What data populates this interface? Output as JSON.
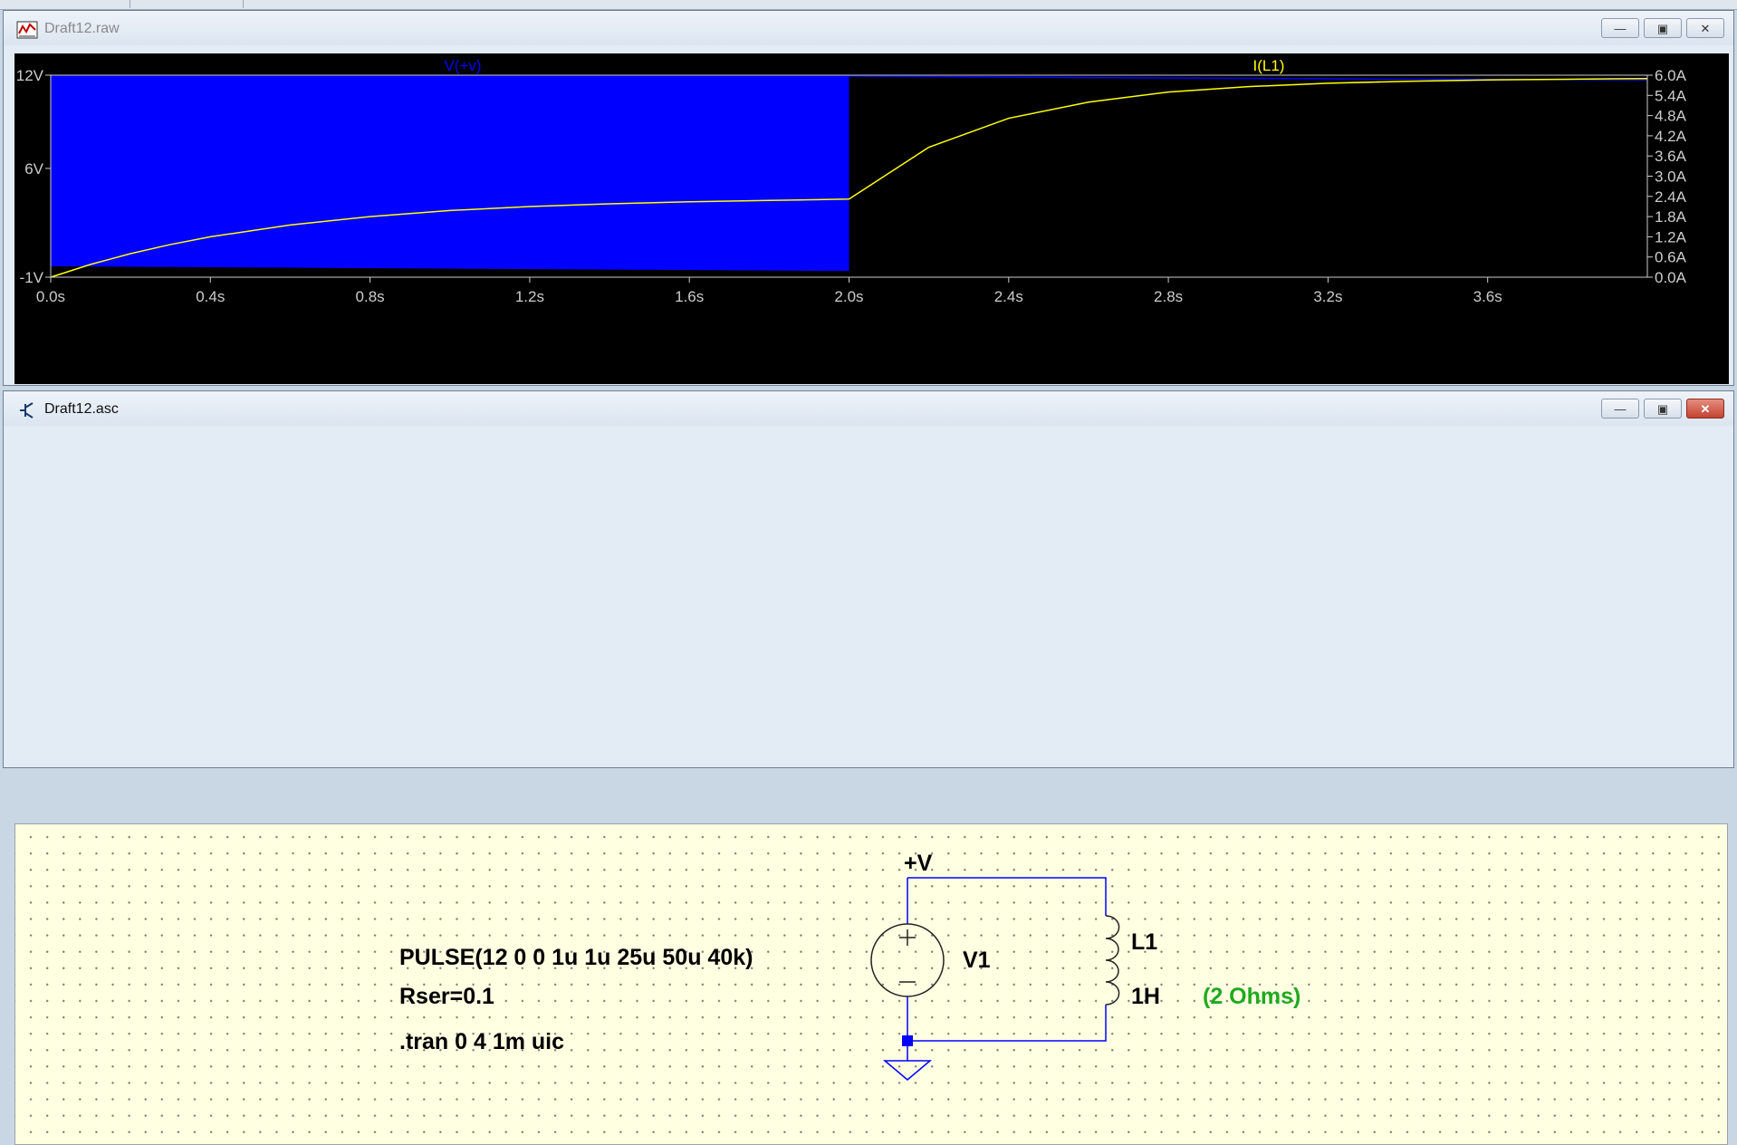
{
  "waveform_window": {
    "title": "Draft12.raw",
    "controls": [
      "minimize-icon",
      "maximize-icon",
      "close-icon"
    ]
  },
  "schematic_window": {
    "title": "Draft12.asc",
    "controls": [
      "minimize-icon",
      "maximize-icon",
      "close-icon"
    ]
  },
  "chart_data": {
    "type": "line",
    "series": [
      {
        "name": "V(+v)",
        "color": "#0000ff",
        "axis": "left",
        "render": "filled-band",
        "band_low": [
          -0.3,
          -0.6
        ],
        "band_high": [
          12.0,
          12.0
        ],
        "x": [
          0.0,
          2.0,
          2.0,
          4.0
        ],
        "y_after": [
          11.95,
          11.85,
          11.75,
          11.7
        ]
      },
      {
        "name": "I(L1)",
        "color": "#ffff00",
        "axis": "right",
        "x": [
          0.0,
          0.1,
          0.2,
          0.3,
          0.4,
          0.6,
          0.8,
          1.0,
          1.2,
          1.4,
          1.6,
          1.8,
          2.0,
          2.2,
          2.4,
          2.6,
          2.8,
          3.0,
          3.2,
          3.4,
          3.6,
          3.8,
          4.0
        ],
        "y": [
          0.0,
          0.38,
          0.7,
          0.97,
          1.2,
          1.55,
          1.8,
          1.98,
          2.1,
          2.18,
          2.24,
          2.28,
          2.32,
          3.86,
          4.72,
          5.2,
          5.5,
          5.66,
          5.76,
          5.82,
          5.86,
          5.88,
          5.9
        ]
      }
    ],
    "x_ticks": [
      "0.0s",
      "0.4s",
      "0.8s",
      "1.2s",
      "1.6s",
      "2.0s",
      "2.4s",
      "2.8s",
      "3.2s",
      "3.6s"
    ],
    "x_tick_values": [
      0.0,
      0.4,
      0.8,
      1.2,
      1.6,
      2.0,
      2.4,
      2.8,
      3.2,
      3.6
    ],
    "xlim": [
      0.0,
      4.0
    ],
    "left_ticks": [
      "12V",
      "6V",
      "-1V"
    ],
    "left_tick_values": [
      12,
      6,
      -1
    ],
    "ylim_left": [
      -1,
      12
    ],
    "right_ticks": [
      "6.0A",
      "5.4A",
      "4.8A",
      "4.2A",
      "3.6A",
      "3.0A",
      "2.4A",
      "1.8A",
      "1.2A",
      "0.6A",
      "0.0A"
    ],
    "right_tick_values": [
      6.0,
      5.4,
      4.8,
      4.2,
      3.6,
      3.0,
      2.4,
      1.8,
      1.2,
      0.6,
      0.0
    ],
    "ylim_right": [
      0.0,
      6.0
    ],
    "background": "#000000",
    "axis_color": "#cccccc",
    "grid": false
  },
  "schematic": {
    "net_label": "+V",
    "source_name": "V1",
    "source_value_line1": "PULSE(12 0 0 1u 1u 25u 50u 40k)",
    "source_value_line2": "Rser=0.1",
    "directive": ".tran 0 4 1m uic",
    "inductor_name": "L1",
    "inductor_value": "1H",
    "inductor_comment": "(2 Ohms)",
    "wire_color": "#0000ff",
    "comment_color": "#1faa1f",
    "ground_color": "#0000ff"
  }
}
